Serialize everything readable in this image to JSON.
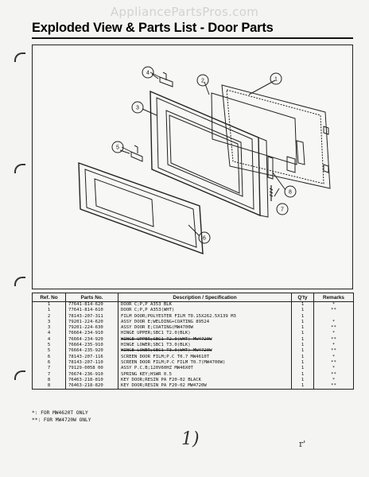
{
  "watermark": "AppliancePartsPros.com",
  "title": "Exploded View & Parts List - Door Parts",
  "callouts": [
    "1",
    "2",
    "3",
    "4",
    "5",
    "6",
    "7",
    "8"
  ],
  "table": {
    "headers": [
      "Ref. No",
      "Parts No.",
      "Description / Specification",
      "Q'ty",
      "Remarks"
    ],
    "rows": [
      {
        "ref": "1",
        "part": "77641-814-620",
        "desc": "DOOR C;P,P A353 BLK",
        "qty": "1",
        "remarks": "*"
      },
      {
        "ref": "1",
        "part": "77641-814-610",
        "desc": "DOOR C;P,P A353(WHT)",
        "qty": "1",
        "remarks": "**"
      },
      {
        "ref": "2",
        "part": "78143-207-311",
        "desc": "FILM DOOR;POLYESTER FILM T0.15X262.5X139 M3",
        "qty": "1",
        "remarks": ""
      },
      {
        "ref": "3",
        "part": "79201-224-620",
        "desc": "ASSY DOOR E;WELDING+COATING 89524",
        "qty": "1",
        "remarks": "*"
      },
      {
        "ref": "3",
        "part": "79201-224-630",
        "desc": "ASSY DOOR E;COATING(MW4700W",
        "qty": "1",
        "remarks": "**"
      },
      {
        "ref": "4",
        "part": "76664-234-910",
        "desc": "HINGE UPPER;SBC1 T2.0(BLK)",
        "qty": "1",
        "remarks": "*"
      },
      {
        "ref": "4",
        "part": "76664-234-920",
        "desc": "HINGE UPPER;SBC1 T2.0(WHT) MW4720W",
        "qty": "1",
        "remarks": "**",
        "strike": true
      },
      {
        "ref": "5",
        "part": "76664-235-910",
        "desc": "HINGE LOWER;SBC1 T3.0(BLK)",
        "qty": "1",
        "remarks": "*"
      },
      {
        "ref": "5",
        "part": "76664-235-920",
        "desc": "HINGE LOWER;SBC1 T3.0(WHT) MW4720W",
        "qty": "1",
        "remarks": "**",
        "strike": true
      },
      {
        "ref": "6",
        "part": "78143-207-116",
        "desc": "SCREEN DOOR FILM;P.C T0.7 MW4610T",
        "qty": "1",
        "remarks": "*"
      },
      {
        "ref": "6",
        "part": "78143-207-110",
        "desc": "SCREEN DOOR FILM;P.C FILM T0.7(MW4700W)",
        "qty": "1",
        "remarks": "**"
      },
      {
        "ref": "7",
        "part": "79129-0058 00",
        "desc": "ASSY P.C.B;120V60HZ MW46X0T",
        "qty": "1",
        "remarks": "*"
      },
      {
        "ref": "7",
        "part": "76674-236-910",
        "desc": "SPRING KEY;HSWR 0.5",
        "qty": "1",
        "remarks": "**"
      },
      {
        "ref": "8",
        "part": "76463-218-810",
        "desc": "KEY DOOR;RESIN PA F20-02 BLACK",
        "qty": "1",
        "remarks": "*"
      },
      {
        "ref": "8",
        "part": "76463-218-820",
        "desc": "KEY DOOR;RESIN PA F20-02 MW4720W",
        "qty": "1",
        "remarks": "**"
      }
    ]
  },
  "footnotes": [
    "*: FOR MW4620T ONLY",
    "**: FOR MW4720W ONLY"
  ],
  "marks": {
    "sig": "1)",
    "mark": "r'"
  }
}
